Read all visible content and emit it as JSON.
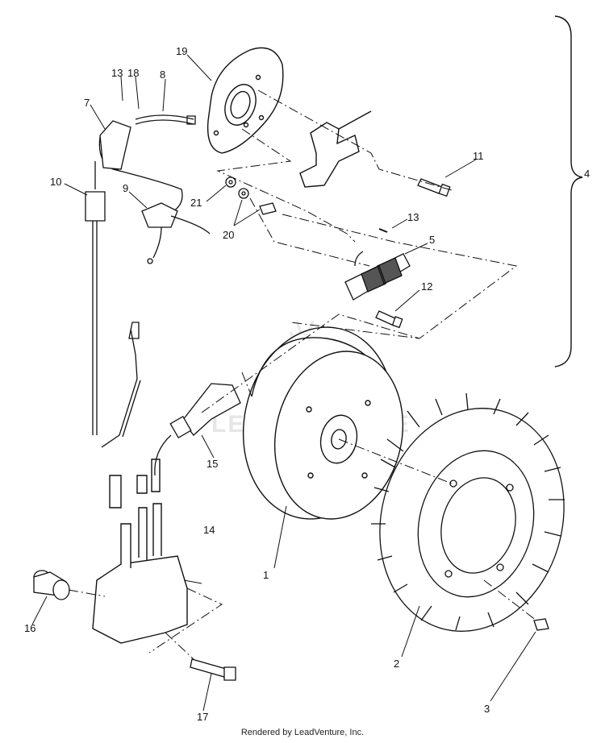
{
  "diagram": {
    "callouts": [
      {
        "id": "c1",
        "label": "1"
      },
      {
        "id": "c2",
        "label": "2"
      },
      {
        "id": "c3",
        "label": "3"
      },
      {
        "id": "c4",
        "label": "4"
      },
      {
        "id": "c5",
        "label": "5"
      },
      {
        "id": "c7",
        "label": "7"
      },
      {
        "id": "c8",
        "label": "8"
      },
      {
        "id": "c9",
        "label": "9"
      },
      {
        "id": "c10",
        "label": "10"
      },
      {
        "id": "c11",
        "label": "11"
      },
      {
        "id": "c12",
        "label": "12"
      },
      {
        "id": "c13a",
        "label": "13"
      },
      {
        "id": "c13b",
        "label": "13"
      },
      {
        "id": "c14",
        "label": "14"
      },
      {
        "id": "c15",
        "label": "15"
      },
      {
        "id": "c16",
        "label": "16"
      },
      {
        "id": "c17",
        "label": "17"
      },
      {
        "id": "c18",
        "label": "18"
      },
      {
        "id": "c19",
        "label": "19"
      },
      {
        "id": "c20",
        "label": "20"
      },
      {
        "id": "c21",
        "label": "21"
      }
    ],
    "watermark": "LEADVENTURE"
  },
  "footer": {
    "credit": "Rendered by LeadVenture, Inc."
  }
}
